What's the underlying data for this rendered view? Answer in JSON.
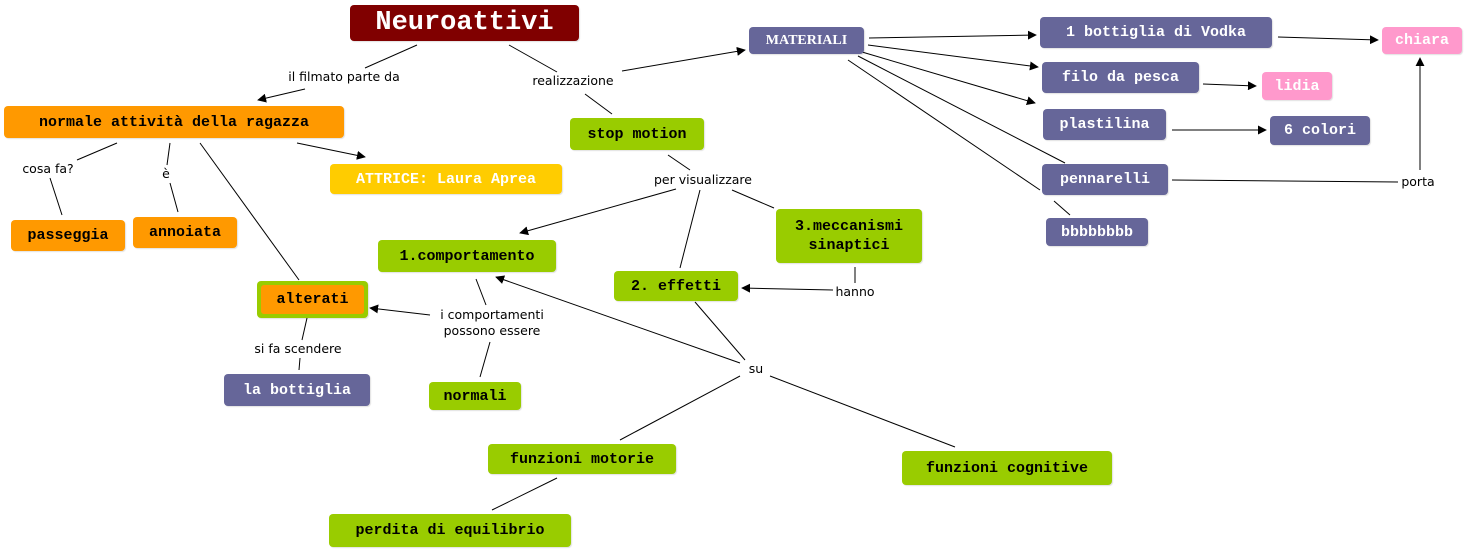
{
  "title": "Neuroattivi",
  "nodes": {
    "normale": "normale attività della ragazza",
    "passeggia": "passeggia",
    "annoiata": "annoiata",
    "alterati": "alterati",
    "attrice": "ATTRICE: Laura Aprea",
    "stop_motion": "stop motion",
    "comportamento": "1.comportamento",
    "effetti": "2. effetti",
    "meccanismi": "3.meccanismi sinaptici",
    "normali": "normali",
    "bottiglia": "la bottiglia",
    "motorie": "funzioni motorie",
    "cognitive": "funzioni cognitive",
    "equilibrio": "perdita di equilibrio",
    "materiali": "MATERIALI",
    "vodka": "1 bottiglia di Vodka",
    "filo": "filo da pesca",
    "plastilina": "plastilina",
    "colori": "6 colori",
    "pennarelli": "pennarelli",
    "bbbb": "bbbbbbbb",
    "chiara": "chiara",
    "lidia": "lidia"
  },
  "links": {
    "filmato": "il filmato parte da",
    "realizzazione": "realizzazione",
    "cosa_fa": "cosa fa?",
    "e": "è",
    "visualizzare": "per visualizzare",
    "hanno": "hanno",
    "comportamenti": "i comportamenti possono essere",
    "scendere": "si fa scendere",
    "su": "su",
    "porta": "porta"
  },
  "colors": {
    "concept_green": "#99CC00",
    "concept_orange": "#FF9900",
    "concept_yellow": "#FFCC00",
    "concept_purple": "#666699",
    "concept_pink": "#FF99CC",
    "root": "#800000"
  }
}
